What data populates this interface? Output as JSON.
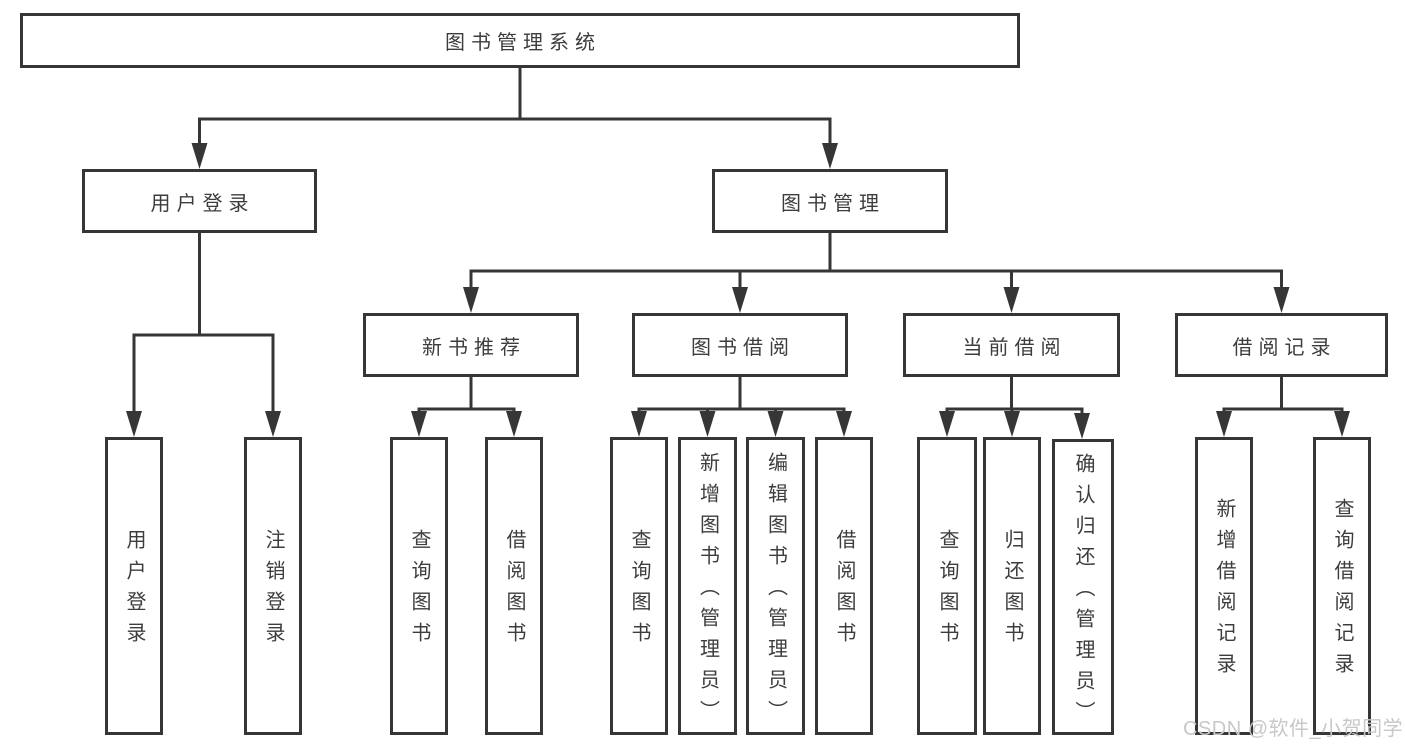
{
  "diagram": {
    "root": {
      "label": "图书管理系统"
    },
    "level2": [
      {
        "label": "用户登录"
      },
      {
        "label": "图书管理"
      }
    ],
    "level3": [
      {
        "label": "新书推荐"
      },
      {
        "label": "图书借阅"
      },
      {
        "label": "当前借阅"
      },
      {
        "label": "借阅记录"
      }
    ],
    "leaves": {
      "user_login_group": [
        "用户登录",
        "注销登录"
      ],
      "new_book_group": [
        "查询图书",
        "借阅图书"
      ],
      "book_borrow_group": [
        "查询图书",
        "新增图书（管理员）",
        "编辑图书（管理员）",
        "借阅图书"
      ],
      "current_borrow_group": [
        "查询图书",
        "归还图书",
        "确认归还（管理员）"
      ],
      "borrow_record_group": [
        "新增借阅记录",
        "查询借阅记录"
      ]
    },
    "colors": {
      "line": "#363636",
      "text": "#3d3d3d",
      "background": "#ffffff",
      "watermark": "#c8c8c8"
    }
  },
  "watermark": {
    "text": "CSDN @软件_小贺同学"
  }
}
